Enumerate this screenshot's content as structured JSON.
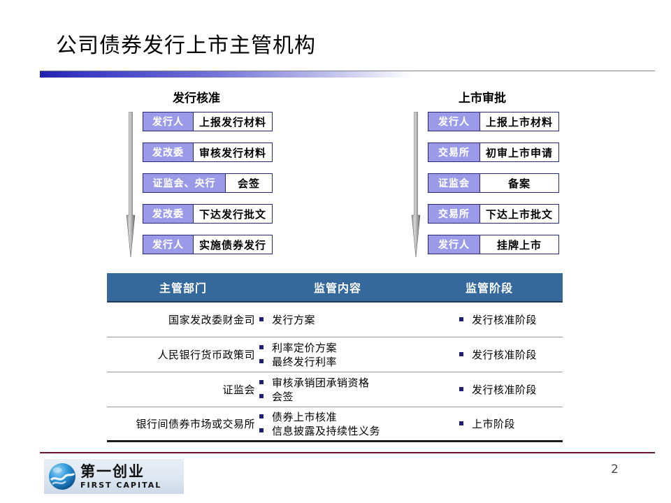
{
  "slide": {
    "title": "公司债券发行上市主管机构",
    "page_number": "2"
  },
  "flows": [
    {
      "heading": "发行核准",
      "arrow_icon": "down-arrow-icon",
      "steps": [
        {
          "actor": "发行人",
          "actor_width": 72,
          "action": "上报发行材料"
        },
        {
          "actor": "发改委",
          "actor_width": 72,
          "action": "审核发行材料"
        },
        {
          "actor": "证监会、央行",
          "actor_width": 118,
          "action": "会签"
        },
        {
          "actor": "发改委",
          "actor_width": 72,
          "action": "下达发行批文"
        },
        {
          "actor": "发行人",
          "actor_width": 72,
          "action": "实施债券发行"
        }
      ]
    },
    {
      "heading": "上市审批",
      "arrow_icon": "down-arrow-icon",
      "steps": [
        {
          "actor": "发行人",
          "actor_width": 74,
          "action": "上报上市材料"
        },
        {
          "actor": "交易所",
          "actor_width": 74,
          "action": "初审上市申请"
        },
        {
          "actor": "证监会",
          "actor_width": 74,
          "action": "备案"
        },
        {
          "actor": "交易所",
          "actor_width": 74,
          "action": "下达上市批文"
        },
        {
          "actor": "发行人",
          "actor_width": 74,
          "action": "挂牌上市"
        }
      ]
    }
  ],
  "table": {
    "columns": [
      "主管部门",
      "监管内容",
      "监管阶段"
    ],
    "header_bg": "#36699B",
    "bullet_color": "#1F1F7A",
    "rows": [
      {
        "dept": "国家发改委财金司",
        "scope": [
          "发行方案"
        ],
        "stage": [
          "发行核准阶段"
        ]
      },
      {
        "dept": "人民银行货币政策司",
        "scope": [
          "利率定价方案",
          "最终发行利率"
        ],
        "stage": [
          "发行核准阶段"
        ]
      },
      {
        "dept": "证监会",
        "scope": [
          "审核承销团承销资格",
          "会签"
        ],
        "stage": [
          "发行核准阶段"
        ]
      },
      {
        "dept": "银行间债券市场或交易所",
        "scope": [
          "债券上市核准",
          "信息披露及持续性义务"
        ],
        "stage": [
          "上市阶段"
        ]
      }
    ]
  },
  "footer": {
    "logo_icon": "globe-icon",
    "logo_cn": "第一创业",
    "logo_en": "FIRST CAPITAL",
    "rule_color": "#6B1430"
  }
}
